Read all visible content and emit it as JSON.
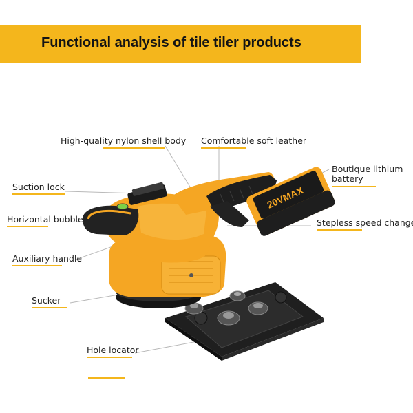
{
  "header": {
    "title": "Functional analysis of tile tiler products"
  },
  "labels": {
    "shell": "High-quality nylon shell body",
    "leather": "Comfortable soft leather",
    "lithium_line1": "Boutique lithium",
    "lithium_line2": "battery",
    "suction_lock": "Suction lock",
    "bubble": "Horizontal bubble",
    "speed": "Stepless speed change",
    "aux_handle": "Auxiliary handle",
    "sucker": "Sucker",
    "hole": "Hole locator"
  },
  "product": {
    "battery_text": "20VMAX"
  },
  "colors": {
    "accent": "#f4b61c",
    "body": "#f5a623",
    "rubber": "#1e1e1e"
  }
}
